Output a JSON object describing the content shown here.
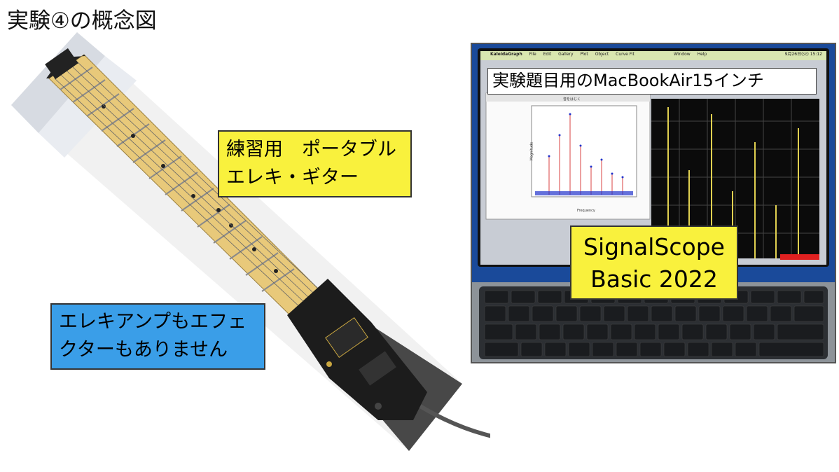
{
  "title": "実験④の概念図",
  "labels": {
    "guitar": [
      "練習用　ポータブル",
      "エレキ・ギター"
    ],
    "no_amp": [
      "エレキアンプもエフェ",
      "クターもありません"
    ],
    "macbook": "実験題目用のMacBookAir15インチ",
    "software": [
      "SignalScope",
      "Basic 2022"
    ]
  },
  "menubar": {
    "app": "KaleidaGraph",
    "items": [
      "File",
      "Edit",
      "Gallery",
      "Plot",
      "Object",
      "Curve Fit"
    ],
    "right_items": [
      "Window",
      "Help"
    ],
    "clock": "9月26日(火) 15:12"
  },
  "plot": {
    "title": "音をはじく",
    "xlabel": "Frequency",
    "ylabel": "Magnitude"
  },
  "colors": {
    "yellow_label": "#f9f13d",
    "blue_label": "#3a9ee8",
    "screen_bg": "#1a4a9a",
    "cable": "#555555"
  }
}
